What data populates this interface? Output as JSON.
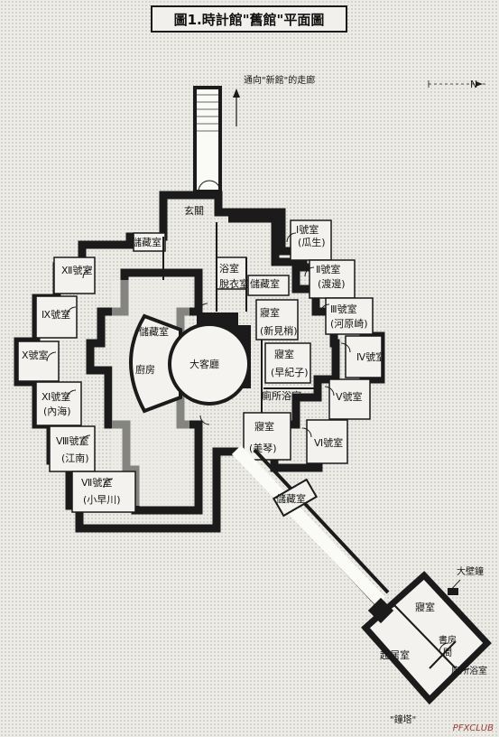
{
  "title": "圖1.時計館\"舊館\"平面圖",
  "corridor_note": "通向\"新館\"的走廊",
  "north_label": "N",
  "watermark": "PFXCLUB",
  "clock_tower_label": "\"鐘塔\"",
  "rooms": {
    "genkan": "玄關",
    "storage_top": "儲藏室",
    "storage_mid": "儲藏室",
    "storage_kitchen": "儲藏室",
    "storage_bottom": "儲藏室",
    "bath": "浴室",
    "dressing": "脫衣室",
    "hall": "大客廳",
    "kitchen": "廚房",
    "r1": "Ⅰ號室",
    "r1_name": "(瓜生)",
    "r2": "Ⅱ號室",
    "r2_name": "(渡邊)",
    "r3": "Ⅲ號室",
    "r3_name": "(河原崎)",
    "r4": "Ⅳ號室",
    "r5": "Ⅴ號室",
    "r6": "Ⅵ號室",
    "r7": "Ⅶ號室",
    "r7_name": "(小早川)",
    "r8": "Ⅷ號室",
    "r8_name": "(江南)",
    "r9": "Ⅸ號室",
    "r10": "Ⅹ號室",
    "r11": "Ⅺ號室",
    "r11_name": "(內海)",
    "r12": "Ⅻ號室",
    "bed1": "寢室",
    "bed1_name": "(新見梢)",
    "bed2": "寢室",
    "bed2_name": "(早紀子)",
    "toilet_bath": "廁所浴室",
    "bed3": "寢室",
    "bed3_name": "(美琴)",
    "tower_bed": "寢室",
    "tower_living": "起居室",
    "tower_study": "書房",
    "tower_study2": "間",
    "tower_clock": "大壁鐘",
    "tower_bath": "廁所浴室"
  }
}
